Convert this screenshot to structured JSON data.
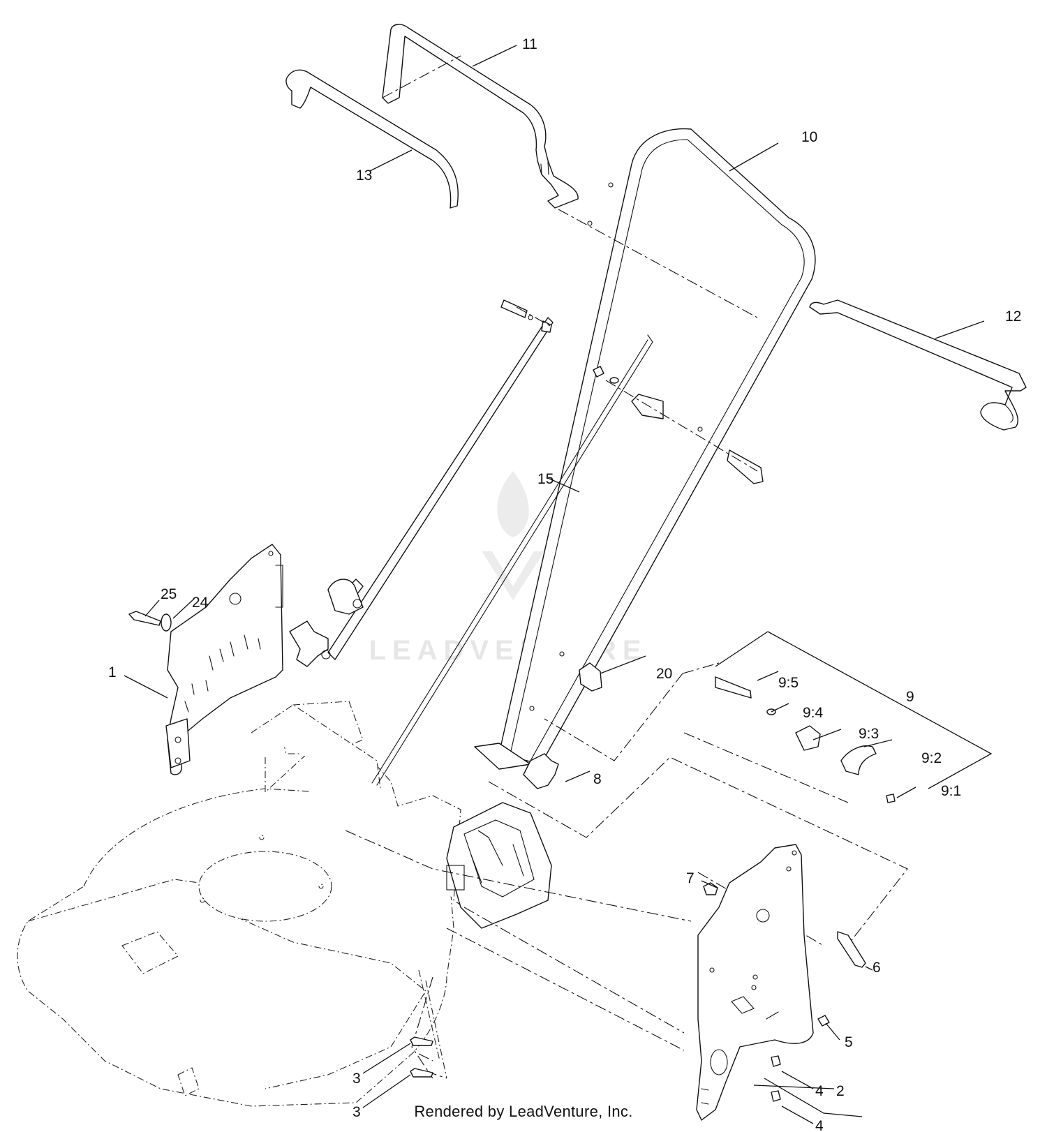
{
  "diagram": {
    "watermark": "LEADVENTURE",
    "footer": "Rendered by LeadVenture, Inc.",
    "callouts": {
      "c1": "1",
      "c2": "2",
      "c3a": "3",
      "c3b": "3",
      "c4a": "4",
      "c4b": "4",
      "c5": "5",
      "c6": "6",
      "c7": "7",
      "c8": "8",
      "c9": "9",
      "c9_1": "9:1",
      "c9_2": "9:2",
      "c9_3": "9:3",
      "c9_4": "9:4",
      "c9_5": "9:5",
      "c10": "10",
      "c11": "11",
      "c12": "12",
      "c13": "13",
      "c15": "15",
      "c20": "20",
      "c24": "24",
      "c25": "25"
    }
  }
}
